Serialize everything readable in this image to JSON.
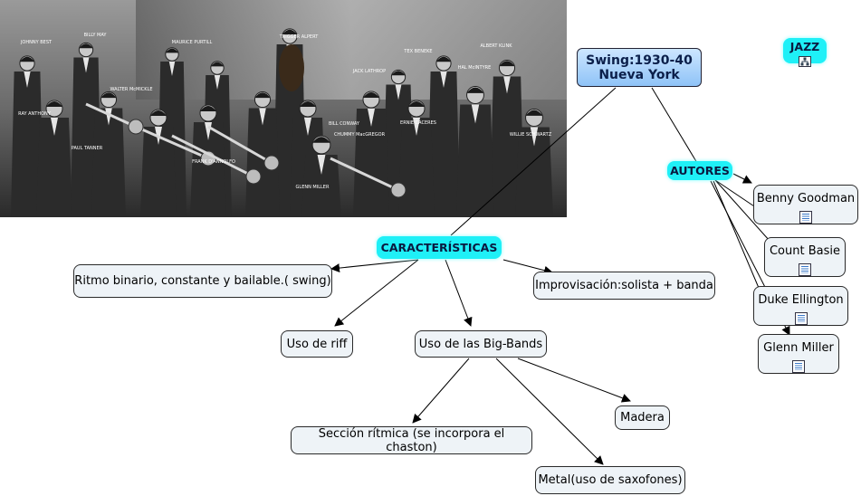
{
  "map": {
    "root": {
      "line1": "Swing:1930-40",
      "line2": "Nueva York"
    },
    "jazz": "JAZZ",
    "autores": "AUTORES",
    "caracteristicas": "CARACTERÍSTICAS",
    "ritmo": "Ritmo binario, constante y bailable.( swing)",
    "improvisacion": "Improvisación:solista + banda",
    "riff": "Uso de riff",
    "bigbands": "Uso de las Big-Bands",
    "madera": "Madera",
    "seccion": "Sección rítmica (se incorpora el chaston)",
    "metal": "Metal(uso de saxofones)",
    "authors": [
      "Benny Goodman",
      "Count Basie",
      "Duke Ellington",
      "Glenn Miller"
    ]
  },
  "photo": {
    "labels": [
      "JOHNNY BEST",
      "BILLY MAY",
      "MAURICE PURTILL",
      "TRIGGER ALPERT",
      "TEX BENEKE",
      "ALBERT KLINK",
      "JACK LATHROP",
      "HAL McINTYRE",
      "RAY ANTHONY",
      "WALTER McMICKLE",
      "ERNIE CACERES",
      "BILL CONWAY",
      "PAUL TANNER",
      "FRANK D'ANNOLFO",
      "GLENN MILLER",
      "CHUMMY MacGREGOR",
      "WILLIE SCHWARTZ"
    ],
    "description": "Black and white photograph of the big band"
  },
  "colors": {
    "accent_node": "#1ff0f7",
    "root_top": "#cde6ff",
    "root_bottom": "#8fc3f7",
    "node_fill": "#eef3f7"
  }
}
